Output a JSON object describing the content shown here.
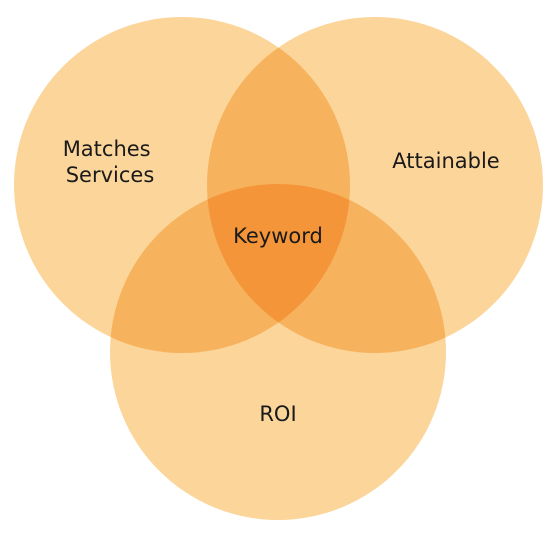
{
  "diagram": {
    "type": "venn",
    "fill_color": "#fbd59a",
    "sets": [
      {
        "id": "matches-services",
        "label_lines": [
          "Matches",
          "Services"
        ]
      },
      {
        "id": "attainable",
        "label_lines": [
          "Attainable"
        ]
      },
      {
        "id": "roi",
        "label_lines": [
          "ROI"
        ]
      }
    ],
    "intersection": {
      "label": "Keyword"
    }
  }
}
